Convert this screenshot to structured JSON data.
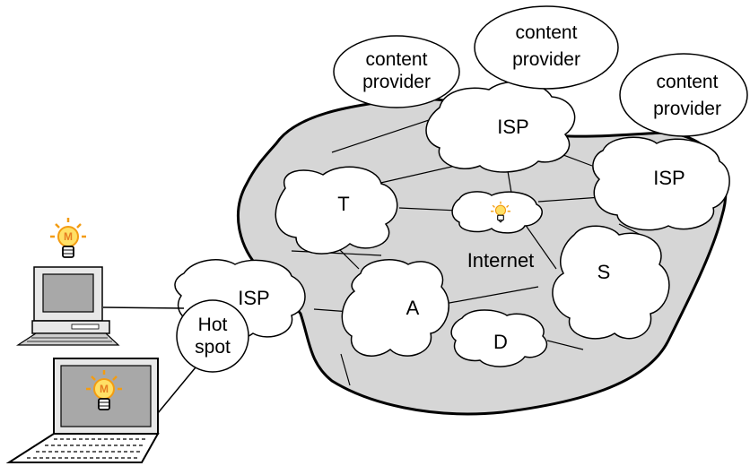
{
  "diagram": {
    "content_providers": [
      {
        "line1": "content",
        "line2": "provider"
      },
      {
        "line1": "content",
        "line2": "provider"
      },
      {
        "line1": "content",
        "line2": "provider"
      }
    ],
    "isp_top": "ISP",
    "isp_right": "ISP",
    "isp_left": "ISP",
    "region_t": "T",
    "region_a": "A",
    "region_d": "D",
    "region_s": "S",
    "internet": "Internet",
    "hotspot": {
      "line1": "Hot",
      "line2": "spot"
    },
    "bulb_letter": "M",
    "colors": {
      "internet_fill": "#d6d6d6",
      "bulb_orange": "#f39c12",
      "bulb_yellow": "#ffe066",
      "screen_gray": "#a8a8a8"
    },
    "icons": [
      "lightbulb-icon",
      "desktop-computer-icon",
      "laptop-icon"
    ]
  }
}
